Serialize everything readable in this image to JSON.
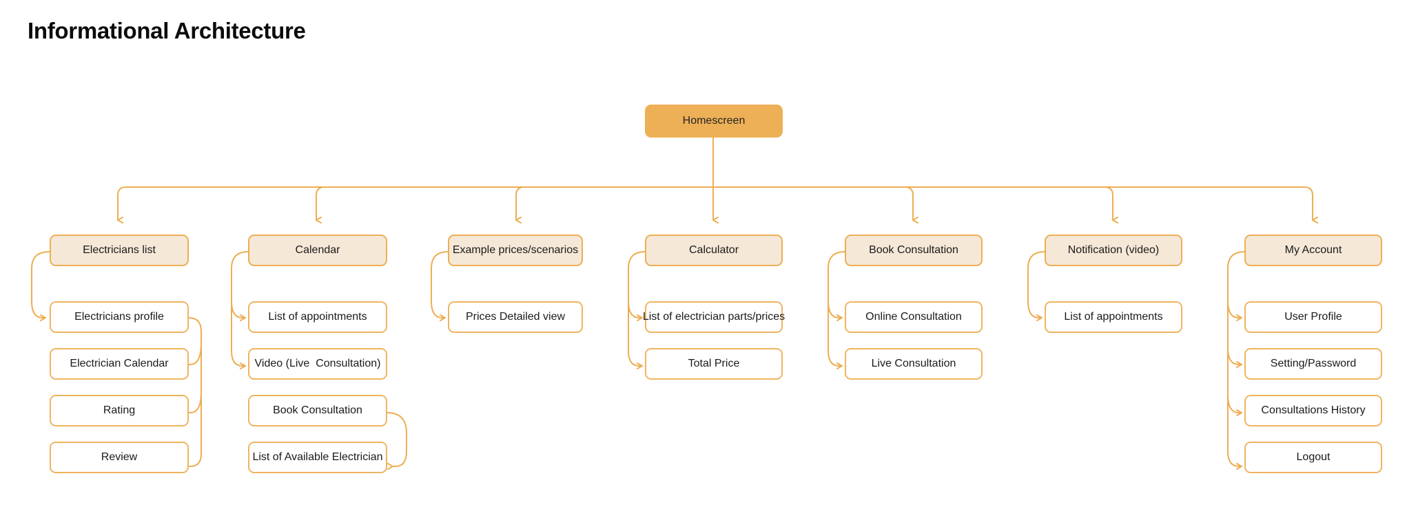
{
  "page": {
    "title": "Informational Architecture",
    "background": "#FFFFFF"
  },
  "colors": {
    "root_fill": "#EDB057",
    "section_fill": "#F5E8D7",
    "section_border": "#EDAE53",
    "leaf_fill": "#FFFFFF",
    "leaf_border": "#EFB45F",
    "connector": "#EDAE53",
    "title_text": "#0B0B0B",
    "node_text": "#1A1A1A"
  },
  "diagram": {
    "type": "tree",
    "root": {
      "label": "Homescreen"
    },
    "columns": [
      {
        "key": "electricians-list",
        "section": "Electricians list",
        "children": [
          "Electricians profile",
          "Electrician Calendar",
          "Rating",
          "Review"
        ]
      },
      {
        "key": "calendar",
        "section": "Calendar",
        "children": [
          "List of appointments",
          "Video (Live  Consultation)",
          "Book Consultation",
          "List of Available Electrician"
        ]
      },
      {
        "key": "example-prices-scenarios",
        "section": "Example prices/scenarios",
        "children": [
          "Prices Detailed view"
        ]
      },
      {
        "key": "calculator",
        "section": "Calculator",
        "children": [
          "List of electrician parts/prices",
          "Total Price"
        ]
      },
      {
        "key": "book-consultation",
        "section": "Book Consultation",
        "children": [
          "Online Consultation",
          "Live Consultation"
        ]
      },
      {
        "key": "notification-video",
        "section": "Notification (video)",
        "children": [
          "List of appointments"
        ]
      },
      {
        "key": "my-account",
        "section": "My Account",
        "children": [
          "User Profile",
          "Setting/Password",
          "Consultations History",
          "Logout"
        ]
      }
    ]
  }
}
